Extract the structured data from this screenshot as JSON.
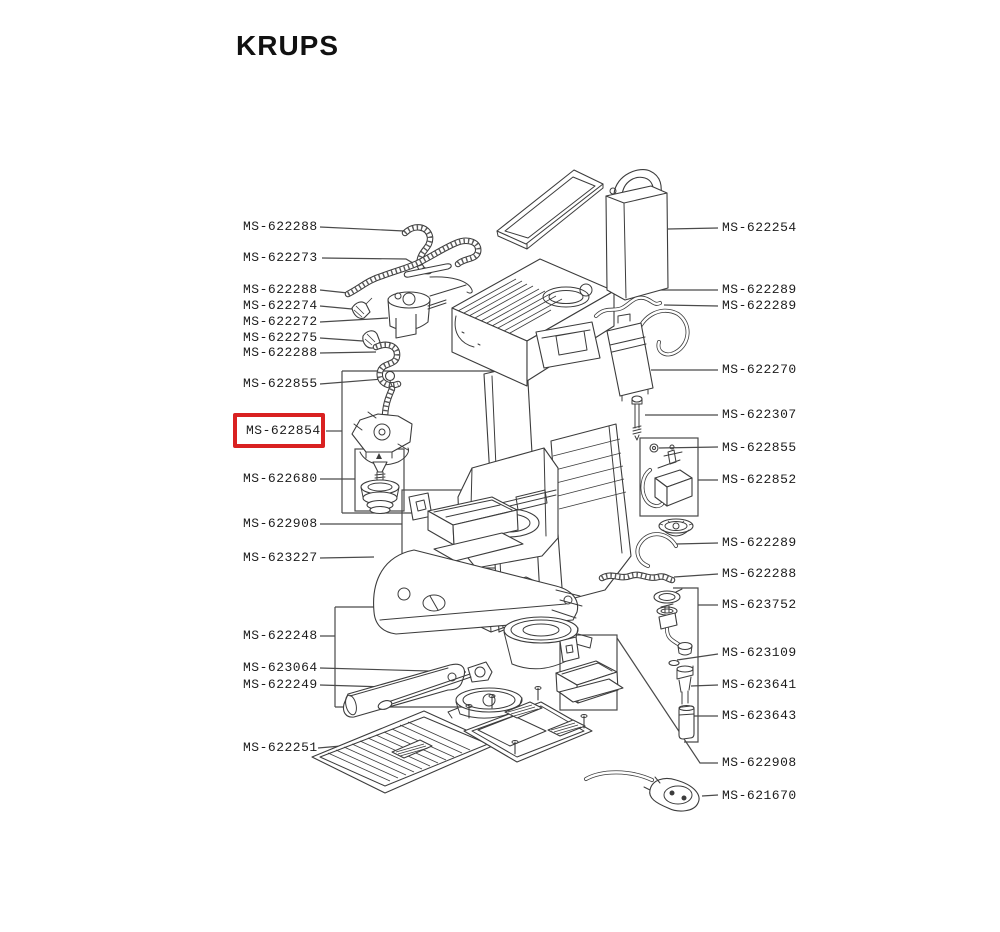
{
  "brand": "KRUPS",
  "diagram": {
    "highlighted_part": "MS-622854",
    "highlight_color": "#d92121",
    "left_labels": [
      {
        "part": "MS-622288"
      },
      {
        "part": "MS-622273"
      },
      {
        "part": "MS-622288"
      },
      {
        "part": "MS-622274"
      },
      {
        "part": "MS-622272"
      },
      {
        "part": "MS-622275"
      },
      {
        "part": "MS-622288"
      },
      {
        "part": "MS-622855"
      },
      {
        "part": "MS-622854"
      },
      {
        "part": "MS-622680"
      },
      {
        "part": "MS-622908"
      },
      {
        "part": "MS-623227"
      },
      {
        "part": "MS-622248"
      },
      {
        "part": "MS-623064"
      },
      {
        "part": "MS-622249"
      },
      {
        "part": "MS-622251"
      }
    ],
    "right_labels": [
      {
        "part": "MS-622254"
      },
      {
        "part": "MS-622289"
      },
      {
        "part": "MS-622289"
      },
      {
        "part": "MS-622270"
      },
      {
        "part": "MS-622307"
      },
      {
        "part": "MS-622855"
      },
      {
        "part": "MS-622852"
      },
      {
        "part": "MS-622289"
      },
      {
        "part": "MS-622288"
      },
      {
        "part": "MS-623752"
      },
      {
        "part": "MS-623109"
      },
      {
        "part": "MS-623641"
      },
      {
        "part": "MS-623643"
      },
      {
        "part": "MS-622908"
      },
      {
        "part": "MS-621670"
      }
    ]
  }
}
